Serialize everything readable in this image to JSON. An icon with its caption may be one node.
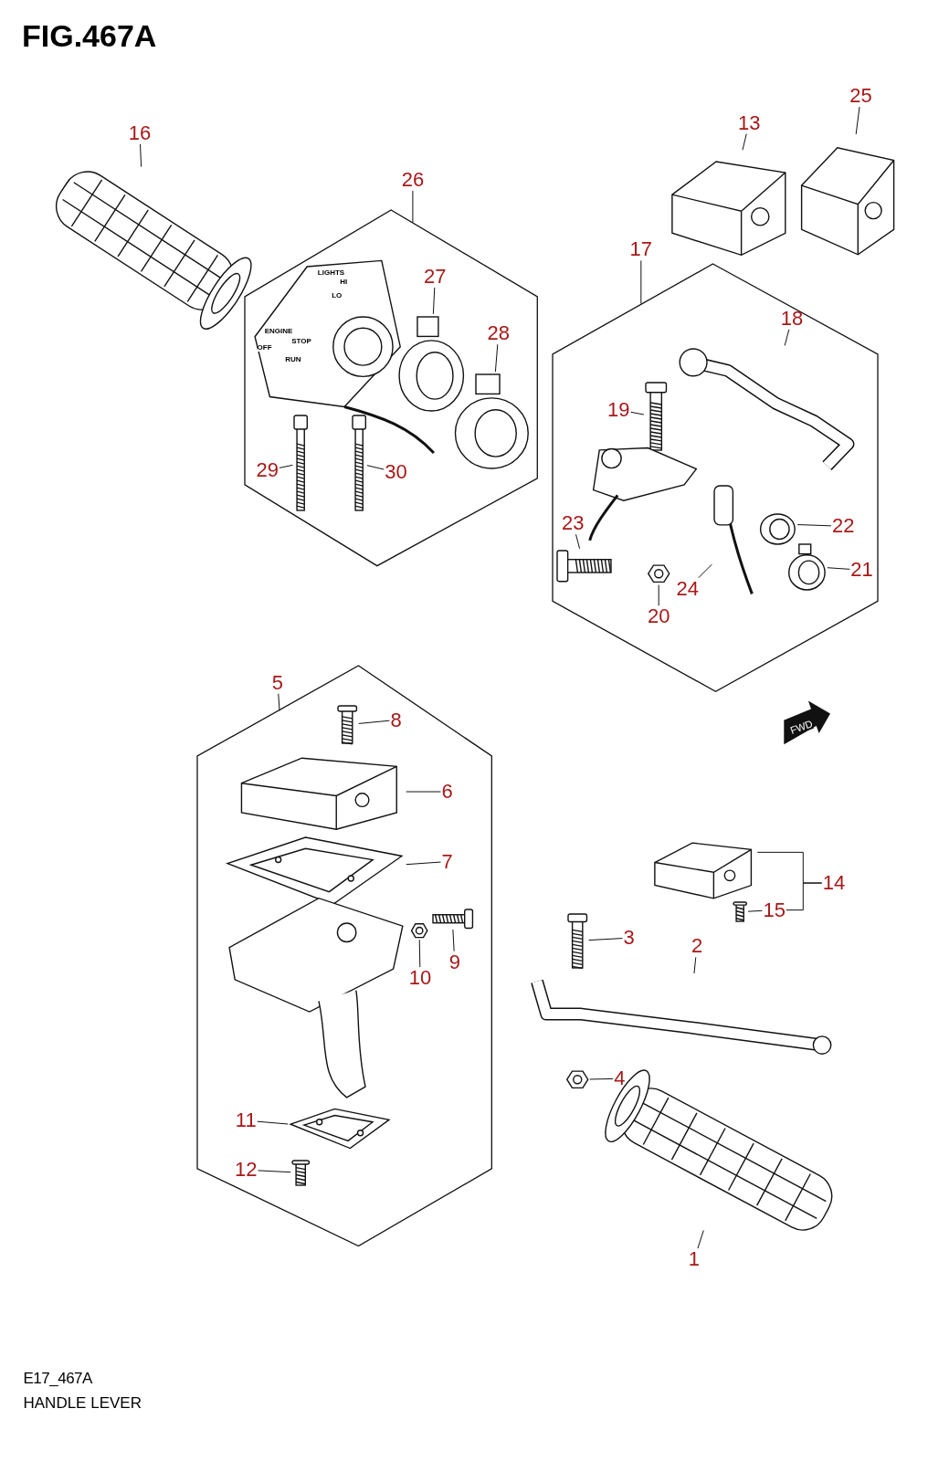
{
  "diagram": {
    "title": "FIG.467A",
    "caption": "HANDLE LEVER",
    "nodes": [
      {
        "text": [
          "16"
        ]
      },
      {
        "text": [],
        "shape": "picture"
      },
      {
        "text": [
          "26"
        ]
      },
      {
        "text": [],
        "shape": "hexagon"
      },
      {
        "text": [
          "27"
        ],
        "in": 3
      },
      {
        "text": [],
        "shape": "picture",
        "in": 3
      },
      {
        "text": [
          "28"
        ],
        "in": 3
      },
      {
        "text": [],
        "shape": "picture",
        "in": 3
      },
      {
        "text": [
          "29"
        ],
        "in": 3
      },
      {
        "text": [],
        "shape": "picture",
        "in": 3
      },
      {
        "text": [
          "30"
        ],
        "in": 3
      },
      {
        "text": [],
        "shape": "picture",
        "in": 3
      },
      {
        "text": [
          "13"
        ]
      },
      {
        "text": [],
        "shape": "picture"
      },
      {
        "text": [
          "25"
        ]
      },
      {
        "text": [],
        "shape": "picture"
      },
      {
        "text": [
          "17"
        ]
      },
      {
        "text": [],
        "shape": "hexagon"
      },
      {
        "text": [
          "18"
        ],
        "in": 17
      },
      {
        "text": [],
        "shape": "picture",
        "in": 17
      },
      {
        "text": [
          "19"
        ],
        "in": 17
      },
      {
        "text": [],
        "shape": "picture",
        "in": 17
      },
      {
        "text": [
          "23"
        ],
        "in": 17
      },
      {
        "text": [],
        "shape": "picture",
        "in": 17
      },
      {
        "text": [
          "22"
        ],
        "in": 17
      },
      {
        "text": [],
        "shape": "picture",
        "in": 17
      },
      {
        "text": [
          "21"
        ],
        "in": 17
      },
      {
        "text": [],
        "shape": "picture",
        "in": 17
      },
      {
        "text": [
          "24"
        ],
        "in": 17
      },
      {
        "text": [],
        "shape": "picture",
        "in": 17
      },
      {
        "text": [
          "20"
        ],
        "in": 17
      },
      {
        "text": [],
        "shape": "picture",
        "in": 17
      },
      {
        "text": [
          "5"
        ]
      },
      {
        "text": [],
        "shape": "hexagon"
      },
      {
        "text": [
          "8"
        ],
        "in": 33
      },
      {
        "text": [],
        "shape": "picture",
        "in": 33
      },
      {
        "text": [
          "6"
        ],
        "in": 33
      },
      {
        "text": [],
        "shape": "picture",
        "in": 33
      },
      {
        "text": [
          "7"
        ],
        "in": 33
      },
      {
        "text": [],
        "shape": "picture",
        "in": 33
      },
      {
        "text": [
          "9"
        ],
        "in": 33
      },
      {
        "text": [],
        "shape": "picture",
        "in": 33
      },
      {
        "text": [
          "10"
        ],
        "in": 33
      },
      {
        "text": [],
        "shape": "picture",
        "in": 33
      },
      {
        "text": [
          "11"
        ],
        "in": 33
      },
      {
        "text": [],
        "shape": "picture",
        "in": 33
      },
      {
        "text": [
          "12"
        ],
        "in": 33
      },
      {
        "text": [],
        "shape": "picture",
        "in": 33
      },
      {
        "text": [
          "14"
        ]
      },
      {
        "text": [],
        "shape": "picture"
      },
      {
        "text": [
          "15"
        ]
      },
      {
        "text": [],
        "shape": "picture"
      },
      {
        "text": [
          "3"
        ]
      },
      {
        "text": [],
        "shape": "picture"
      },
      {
        "text": [
          "2"
        ]
      },
      {
        "text": [],
        "shape": "picture"
      },
      {
        "text": [
          "4"
        ]
      },
      {
        "text": [],
        "shape": "picture"
      },
      {
        "text": [
          "1"
        ]
      },
      {
        "text": [],
        "shape": "picture"
      }
    ],
    "edges": [
      {
        "from": 0,
        "to": 1,
        "arrow": "none"
      },
      {
        "from": 2,
        "to": 3,
        "arrow": "none"
      },
      {
        "from": 4,
        "to": 5,
        "arrow": "none"
      },
      {
        "from": 6,
        "to": 7,
        "arrow": "none"
      },
      {
        "from": 8,
        "to": 9,
        "arrow": "none"
      },
      {
        "from": 10,
        "to": 11,
        "arrow": "none"
      },
      {
        "from": 12,
        "to": 13,
        "arrow": "none"
      },
      {
        "from": 14,
        "to": 15,
        "arrow": "none"
      },
      {
        "from": 16,
        "to": 17,
        "arrow": "none"
      },
      {
        "from": 18,
        "to": 19,
        "arrow": "none"
      },
      {
        "from": 20,
        "to": 21,
        "arrow": "none"
      },
      {
        "from": 22,
        "to": 23,
        "arrow": "none"
      },
      {
        "from": 24,
        "to": 25,
        "arrow": "none"
      },
      {
        "from": 26,
        "to": 27,
        "arrow": "none"
      },
      {
        "from": 28,
        "to": 29,
        "arrow": "none"
      },
      {
        "from": 30,
        "to": 31,
        "arrow": "none"
      },
      {
        "from": 32,
        "to": 33,
        "arrow": "none"
      },
      {
        "from": 34,
        "to": 35,
        "arrow": "none"
      },
      {
        "from": 36,
        "to": 37,
        "arrow": "none"
      },
      {
        "from": 38,
        "to": 39,
        "arrow": "none"
      },
      {
        "from": 40,
        "to": 41,
        "arrow": "none"
      },
      {
        "from": 42,
        "to": 43,
        "arrow": "none"
      },
      {
        "from": 44,
        "to": 45,
        "arrow": "none"
      },
      {
        "from": 46,
        "to": 47,
        "arrow": "none"
      },
      {
        "from": 48,
        "to": 49,
        "arrow": "none"
      },
      {
        "from": 48,
        "to": 50,
        "arrow": "none"
      },
      {
        "from": 50,
        "to": 51,
        "arrow": "none"
      },
      {
        "from": 52,
        "to": 53,
        "arrow": "none"
      },
      {
        "from": 54,
        "to": 55,
        "arrow": "none"
      },
      {
        "from": 56,
        "to": 57,
        "arrow": "none"
      },
      {
        "from": 58,
        "to": 59,
        "arrow": "none"
      }
    ],
    "labels": [
      "LIGHTS",
      "HI",
      "LO",
      "ENGINE",
      "STOP",
      "OFF",
      "RUN",
      "FWD",
      "E17_467A"
    ]
  }
}
